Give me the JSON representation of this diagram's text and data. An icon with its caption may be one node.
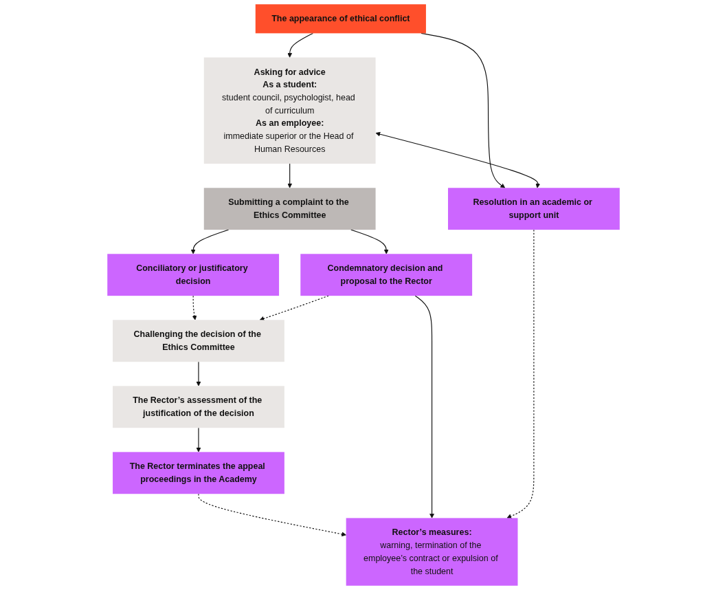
{
  "diagram": {
    "nodes": [
      {
        "text": [
          "The appearance of ethical conflict"
        ]
      },
      {
        "text": [
          "Asking for advice",
          "As a student:",
          "student council, psychologist, head of curriculum",
          "As an employee:",
          "immediate superior or the Head of Human Resources"
        ]
      },
      {
        "text": [
          "Resolution in an academic or support unit"
        ]
      },
      {
        "text": [
          "Submitting a complaint to the Ethics Committee"
        ]
      },
      {
        "text": [
          "Conciliatory or justificatory decision"
        ]
      },
      {
        "text": [
          "Condemnatory decision and proposal to the Rector"
        ]
      },
      {
        "text": [
          "Challenging the decision of the Ethics Committee"
        ]
      },
      {
        "text": [
          "The Rector’s assessment of the justification of the decision"
        ]
      },
      {
        "text": [
          "The Rector terminates the appeal proceedings in the Academy"
        ]
      },
      {
        "text": [
          "Rector’s measures:",
          "warning, termination of the employee’s contract or expulsion of the student"
        ]
      }
    ],
    "edges": [
      {
        "from": 0,
        "to": 1,
        "arrow": "to"
      },
      {
        "from": 0,
        "to": 2,
        "arrow": "to"
      },
      {
        "from": 1,
        "to": 2,
        "arrow": "both"
      },
      {
        "from": 1,
        "to": 3,
        "arrow": "to"
      },
      {
        "from": 3,
        "to": 4,
        "arrow": "to"
      },
      {
        "from": 3,
        "to": 5,
        "arrow": "to"
      },
      {
        "from": 4,
        "to": 6,
        "arrow": "to",
        "style": "dashed"
      },
      {
        "from": 5,
        "to": 6,
        "arrow": "to",
        "style": "dashed"
      },
      {
        "from": 6,
        "to": 7,
        "arrow": "to"
      },
      {
        "from": 7,
        "to": 8,
        "arrow": "to"
      },
      {
        "from": 8,
        "to": 9,
        "arrow": "to",
        "style": "dashed"
      },
      {
        "from": 5,
        "to": 9,
        "arrow": "to"
      },
      {
        "from": 2,
        "to": 9,
        "arrow": "to",
        "style": "dashed"
      }
    ]
  }
}
